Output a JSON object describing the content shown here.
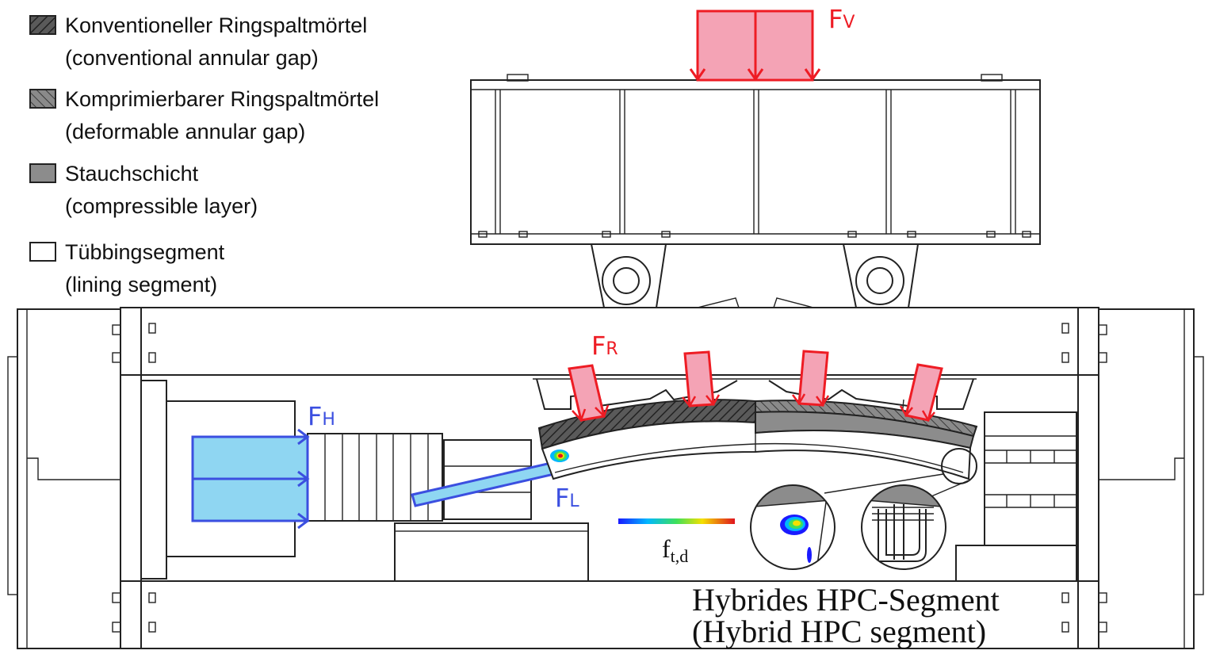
{
  "legend": {
    "items": [
      {
        "fill": "hatch-dark",
        "label_de": "Konventioneller Ringspaltmörtel",
        "label_en": "(conventional annular gap)"
      },
      {
        "fill": "hatch-light",
        "label_de": "Komprimierbarer Ringspaltmörtel",
        "label_en": "(deformable annular gap)"
      },
      {
        "fill": "solid-gray",
        "label_de": "Stauchschicht",
        "label_en": "(compressible layer)"
      },
      {
        "fill": "white",
        "label_de": "Tübbingsegment",
        "label_en": "(lining segment)"
      }
    ]
  },
  "forces": {
    "fv": {
      "main": "F",
      "sub": "V"
    },
    "fr": {
      "main": "F",
      "sub": "R"
    },
    "fh": {
      "main": "F",
      "sub": "H"
    },
    "fl": {
      "main": "F",
      "sub": "L"
    }
  },
  "colorbar": {
    "label_main": "f",
    "label_sub": "t,d"
  },
  "caption": {
    "line1": "Hybrides HPC-Segment",
    "line2": "(Hybrid HPC segment)"
  },
  "colors": {
    "red": "#ee1c24",
    "pink": "#f4a3b5",
    "blue": "#3b4fe0",
    "cyan": "#8fd6f2",
    "gray": "#8c8c8c",
    "dark": "#4d4d4d"
  }
}
